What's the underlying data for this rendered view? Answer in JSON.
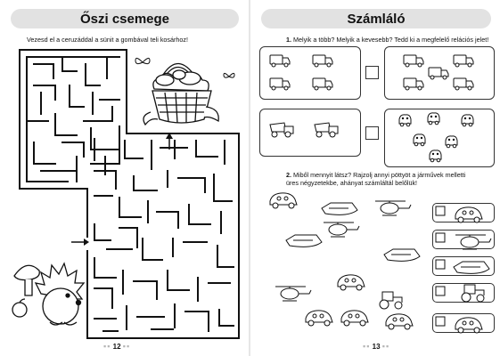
{
  "left_page": {
    "title": "Őszi csemege",
    "instruction": "Vezesd el a ceruzáddal a sünit a gombával teli kosárhoz!",
    "page_number": "12"
  },
  "right_page": {
    "title": "Számláló",
    "task1": {
      "number": "1.",
      "text": "Melyik a több? Melyik a kevesebb? Tedd ki a megfelelő relációs jelet!"
    },
    "task2": {
      "number": "2.",
      "line1": "Miből mennyit látsz? Rajzolj annyi pöttyöt a járművek melletti",
      "line2": "üres négyzetekbe, ahányat számláltál belőlük!"
    },
    "page_number": "13"
  },
  "colors": {
    "title_bar": "#e2e2e2",
    "ink": "#111111",
    "page_dots": "#b5b5b5"
  }
}
